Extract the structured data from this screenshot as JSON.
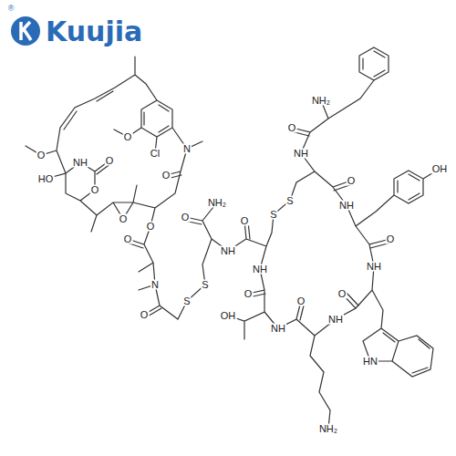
{
  "diagram": {
    "labels": [
      "Kuujia",
      "®",
      "O",
      "HO",
      "NH",
      "O",
      "O",
      "O",
      "O",
      "Cl",
      "N",
      "O",
      "O",
      "O",
      "N",
      "O",
      "S",
      "S",
      "NH₂",
      "O",
      "NH",
      "O",
      "S",
      "S",
      "NH",
      "O",
      "OH",
      "NH",
      "O",
      "NH₂",
      "NH",
      "O",
      "HN",
      "NH",
      "O",
      "OH",
      "NH",
      "O",
      "NH",
      "O",
      "NH₂"
    ]
  }
}
